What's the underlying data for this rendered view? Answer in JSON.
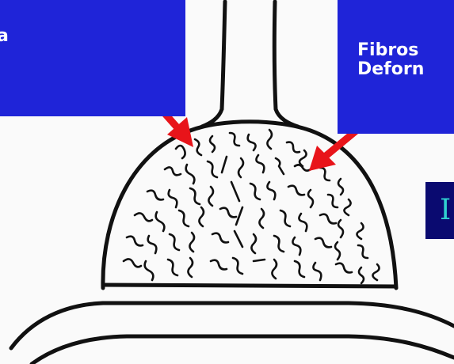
{
  "labels": {
    "left_box_text": "a",
    "right_box_line1": "Fibros",
    "right_box_line2": "Deforn",
    "small_box_text": "I"
  },
  "colors": {
    "label_box": "#1f24d8",
    "small_box": "#0a0a70",
    "arrow": "#e8141a",
    "line_art": "#111111",
    "small_box_text": "#2fd0d0"
  }
}
